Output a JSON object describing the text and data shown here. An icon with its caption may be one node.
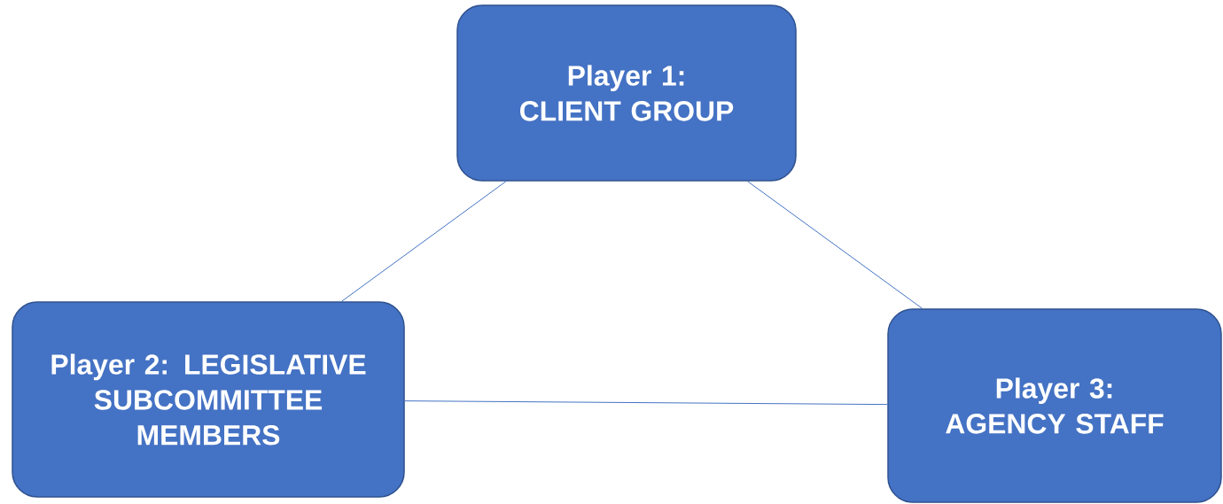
{
  "diagram": {
    "nodes": [
      {
        "text": [
          "Player 1: CLIENT GROUP"
        ]
      },
      {
        "text": [
          "Player 2: LEGISLATIVE SUBCOMMITTEE MEMBERS"
        ]
      },
      {
        "text": [
          "Player 3: AGENCY STAFF"
        ]
      }
    ],
    "edges": [
      {
        "from": 0,
        "to": 1,
        "arrow": "none"
      },
      {
        "from": 0,
        "to": 2,
        "arrow": "none"
      },
      {
        "from": 1,
        "to": 2,
        "arrow": "none"
      }
    ]
  }
}
